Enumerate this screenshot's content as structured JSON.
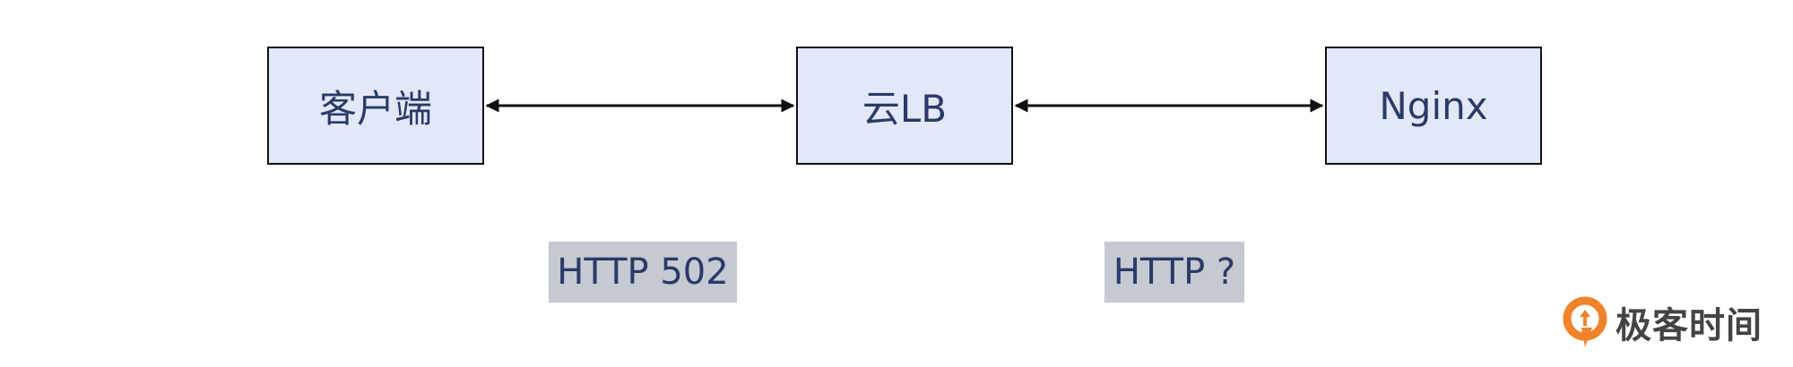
{
  "colors": {
    "node_fill": "#e3e8f8",
    "node_border": "#111111",
    "node_text": "#2a3a68",
    "tag_fill": "#c5c9d1",
    "tag_text": "#2a3a68",
    "arrow": "#111111",
    "logo_orange": "#f0822a",
    "logo_text": "#444444"
  },
  "nodes": {
    "client": "客户端",
    "lb": "云LB",
    "nginx": "Nginx"
  },
  "edges": [
    {
      "from": "client",
      "to": "lb",
      "bidirectional": true
    },
    {
      "from": "lb",
      "to": "nginx",
      "bidirectional": true
    }
  ],
  "labels": {
    "client_lb": "HTTP 502",
    "lb_nginx": "HTTP ?"
  },
  "watermark": {
    "text": "极客时间",
    "icon": "geektime-logo-icon"
  }
}
